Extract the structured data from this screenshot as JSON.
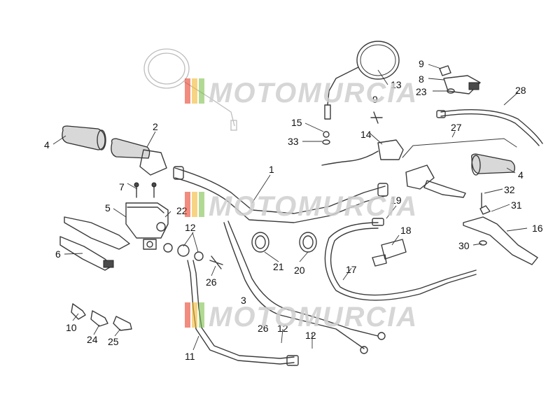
{
  "diagram": {
    "watermark": "MOTOMURCIA",
    "watermark_colors": [
      "#e8402a",
      "#f2b632",
      "#7fbf4d",
      "#cfcfcf"
    ],
    "callouts": [
      {
        "id": "c1",
        "label": "1"
      },
      {
        "id": "c2",
        "label": "2"
      },
      {
        "id": "c3",
        "label": "3"
      },
      {
        "id": "c4a",
        "label": "4"
      },
      {
        "id": "c4b",
        "label": "4"
      },
      {
        "id": "c5",
        "label": "5"
      },
      {
        "id": "c6",
        "label": "6"
      },
      {
        "id": "c7",
        "label": "7"
      },
      {
        "id": "c8",
        "label": "8"
      },
      {
        "id": "c9",
        "label": "9"
      },
      {
        "id": "c9b",
        "label": "9"
      },
      {
        "id": "c10",
        "label": "10"
      },
      {
        "id": "c11",
        "label": "11"
      },
      {
        "id": "c12a",
        "label": "12"
      },
      {
        "id": "c12b",
        "label": "12"
      },
      {
        "id": "c12c",
        "label": "12"
      },
      {
        "id": "c13",
        "label": "13"
      },
      {
        "id": "c14",
        "label": "14"
      },
      {
        "id": "c15",
        "label": "15"
      },
      {
        "id": "c16",
        "label": "16"
      },
      {
        "id": "c17",
        "label": "17"
      },
      {
        "id": "c18",
        "label": "18"
      },
      {
        "id": "c19",
        "label": "19"
      },
      {
        "id": "c20",
        "label": "20"
      },
      {
        "id": "c21",
        "label": "21"
      },
      {
        "id": "c22",
        "label": "22"
      },
      {
        "id": "c23",
        "label": "23"
      },
      {
        "id": "c24",
        "label": "24"
      },
      {
        "id": "c25",
        "label": "25"
      },
      {
        "id": "c26",
        "label": "26"
      },
      {
        "id": "c27",
        "label": "27"
      },
      {
        "id": "c28",
        "label": "28"
      },
      {
        "id": "c30",
        "label": "30"
      },
      {
        "id": "c31",
        "label": "31"
      },
      {
        "id": "c32",
        "label": "32"
      },
      {
        "id": "c33",
        "label": "33"
      },
      {
        "id": "c26b",
        "label": "26"
      }
    ]
  }
}
